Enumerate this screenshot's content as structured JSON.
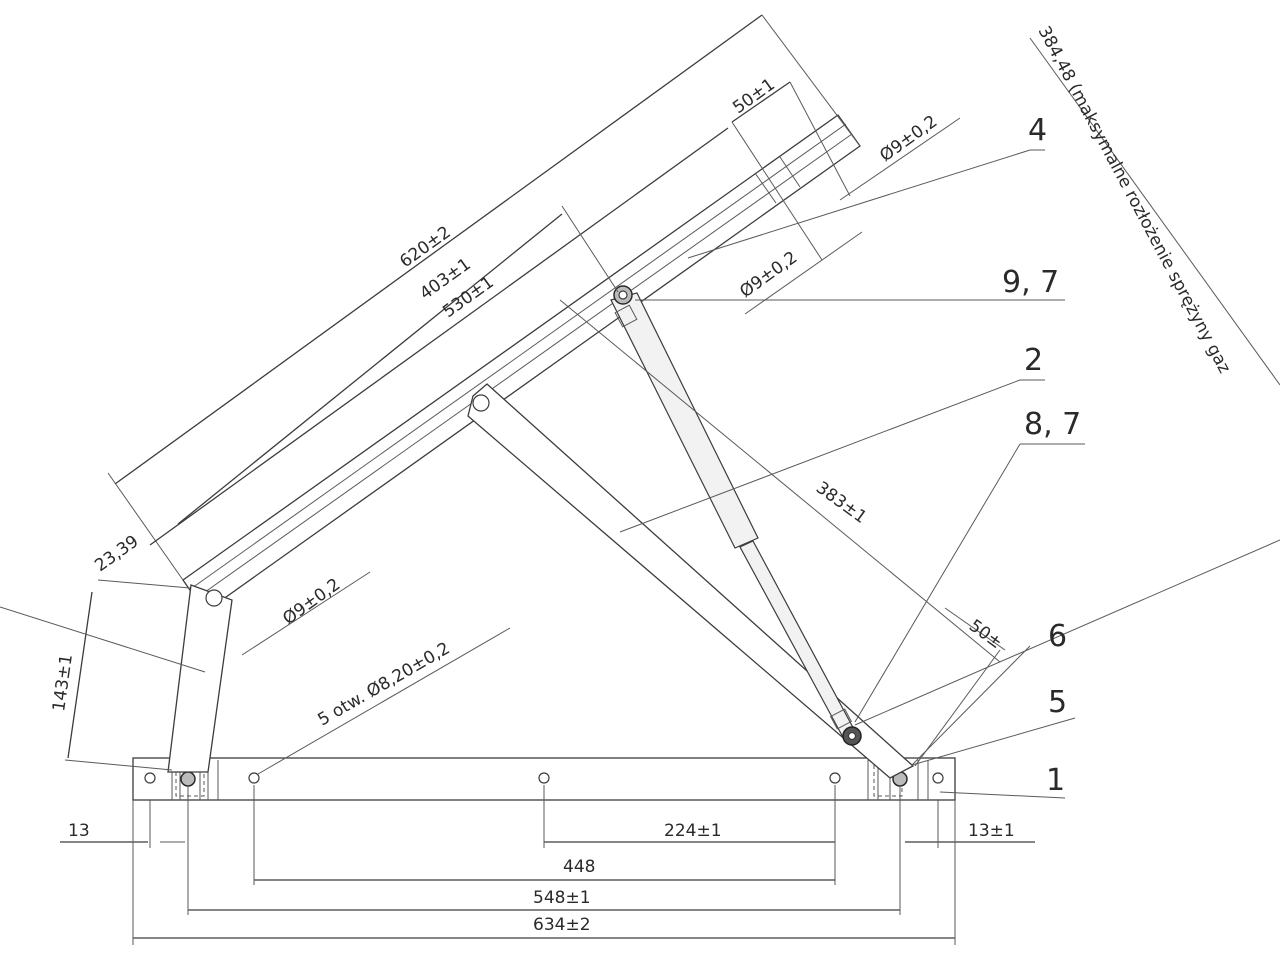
{
  "dimensions": {
    "d620": "620±2",
    "d403": "403±1",
    "d530": "530±1",
    "d50_top": "50±1",
    "dia9_top": "Ø9±0,2",
    "dia9_mid": "Ø9±0,2",
    "d383": "383±1",
    "d50_right": "50±",
    "d23_39": "23,39",
    "d143": "143±1",
    "dia9_low": "Ø9±0,2",
    "holes": "5 otw. Ø8,20±0,2",
    "d13_left": "13",
    "d13_right": "13±1",
    "d224": "224±1",
    "d448": "448",
    "d548": "548±1",
    "d634": "634±2",
    "d384_note": "384,48 (maksymalne rozłożenie sprężyny gaz"
  },
  "callouts": {
    "c4": "4",
    "c9_7": "9, 7",
    "c2": "2",
    "c8_7": "8, 7",
    "c6": "6",
    "c5": "5",
    "c1": "1"
  }
}
